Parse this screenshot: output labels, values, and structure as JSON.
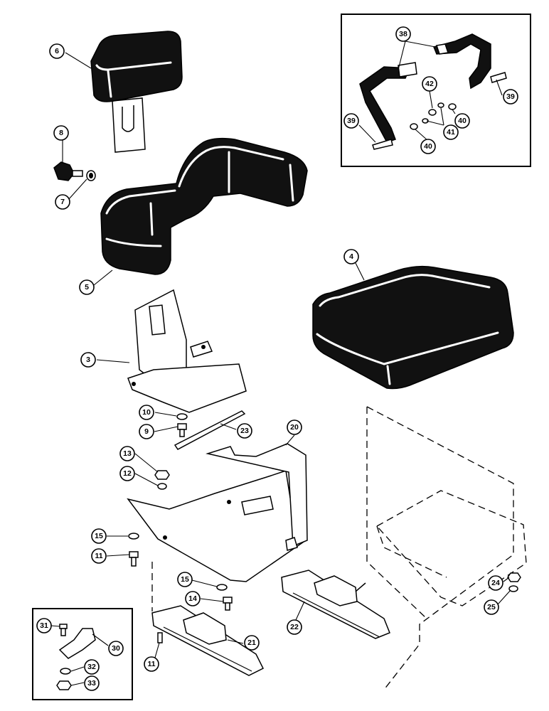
{
  "callouts": [
    {
      "id": "c6",
      "label": "6"
    },
    {
      "id": "c8",
      "label": "8"
    },
    {
      "id": "c7",
      "label": "7"
    },
    {
      "id": "c5",
      "label": "5"
    },
    {
      "id": "c4",
      "label": "4"
    },
    {
      "id": "c3",
      "label": "3"
    },
    {
      "id": "c10",
      "label": "10"
    },
    {
      "id": "c9",
      "label": "9"
    },
    {
      "id": "c23",
      "label": "23"
    },
    {
      "id": "c20",
      "label": "20"
    },
    {
      "id": "c13",
      "label": "13"
    },
    {
      "id": "c12",
      "label": "12"
    },
    {
      "id": "c15a",
      "label": "15"
    },
    {
      "id": "c11a",
      "label": "11"
    },
    {
      "id": "c15b",
      "label": "15"
    },
    {
      "id": "c14",
      "label": "14"
    },
    {
      "id": "c22",
      "label": "22"
    },
    {
      "id": "c21",
      "label": "21"
    },
    {
      "id": "c11b",
      "label": "11"
    },
    {
      "id": "c24",
      "label": "24"
    },
    {
      "id": "c25",
      "label": "25"
    },
    {
      "id": "c31",
      "label": "31"
    },
    {
      "id": "c30",
      "label": "30"
    },
    {
      "id": "c32",
      "label": "32"
    },
    {
      "id": "c33",
      "label": "33"
    },
    {
      "id": "c38",
      "label": "38"
    },
    {
      "id": "c39a",
      "label": "39"
    },
    {
      "id": "c42",
      "label": "42"
    },
    {
      "id": "c40a",
      "label": "40"
    },
    {
      "id": "c41",
      "label": "41"
    },
    {
      "id": "c40b",
      "label": "40"
    },
    {
      "id": "c39b",
      "label": "39"
    }
  ]
}
